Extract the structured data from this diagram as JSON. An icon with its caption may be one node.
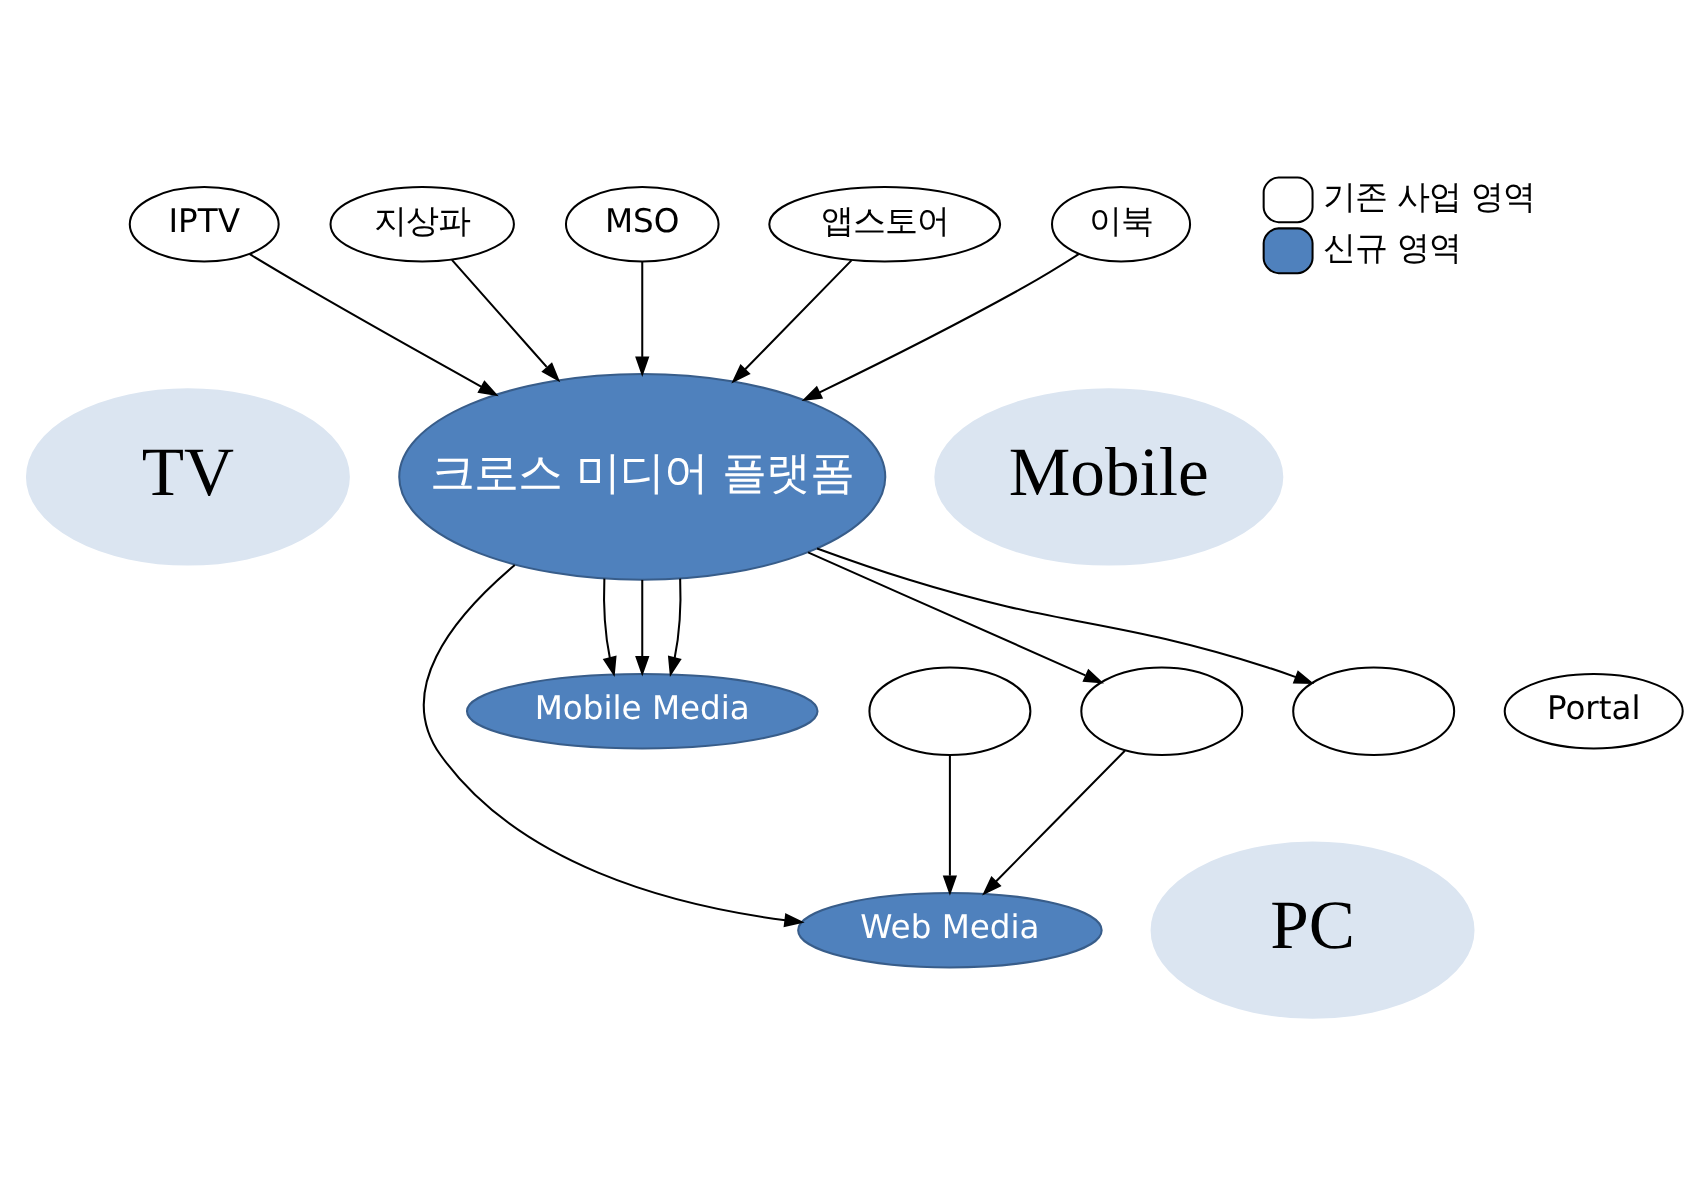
{
  "diagram": {
    "nodes": [
      {
        "text": [
          "TV"
        ]
      },
      {
        "text": [
          "IPTV"
        ]
      },
      {
        "text": [
          "지상파"
        ]
      },
      {
        "text": [],
        "shape": "ellipse"
      },
      {
        "text": [
          "MSO"
        ]
      },
      {
        "text": [
          "Web Media"
        ]
      },
      {
        "text": [
          "Mobile Media"
        ]
      },
      {
        "text": [
          "크로스 미디어 플랫폼"
        ]
      },
      {
        "text": [],
        "shape": "ellipse"
      },
      {
        "text": [
          "앱스토어"
        ]
      },
      {
        "text": [
          "PC"
        ]
      },
      {
        "text": [],
        "shape": "ellipse"
      },
      {
        "text": [
          "Mobile"
        ]
      },
      {
        "text": [
          "이북"
        ]
      },
      {
        "text": [
          "Portal"
        ]
      }
    ],
    "edges": [
      {
        "from": 3,
        "to": 5,
        "arrow": "to"
      },
      {
        "from": 1,
        "to": 7,
        "arrow": "to"
      },
      {
        "from": 4,
        "to": 7,
        "arrow": "to"
      },
      {
        "from": 2,
        "to": 7,
        "arrow": "to"
      },
      {
        "from": 7,
        "to": 6,
        "arrow": "to"
      },
      {
        "from": 7,
        "to": 6,
        "arrow": "to"
      },
      {
        "from": 7,
        "to": 6,
        "arrow": "to"
      },
      {
        "from": 7,
        "to": 5,
        "arrow": "to"
      },
      {
        "from": 8,
        "to": 5,
        "arrow": "to"
      },
      {
        "from": 7,
        "to": 8,
        "arrow": "to"
      },
      {
        "from": 7,
        "to": 11,
        "arrow": "to"
      },
      {
        "from": 9,
        "to": 7,
        "arrow": "to"
      },
      {
        "from": 13,
        "to": 7,
        "arrow": "to"
      }
    ],
    "legend": [
      {
        "text": "기존 사업 영역",
        "color": "#ffffff"
      },
      {
        "text": "신규 영역",
        "color": "#4f81bd"
      }
    ]
  }
}
